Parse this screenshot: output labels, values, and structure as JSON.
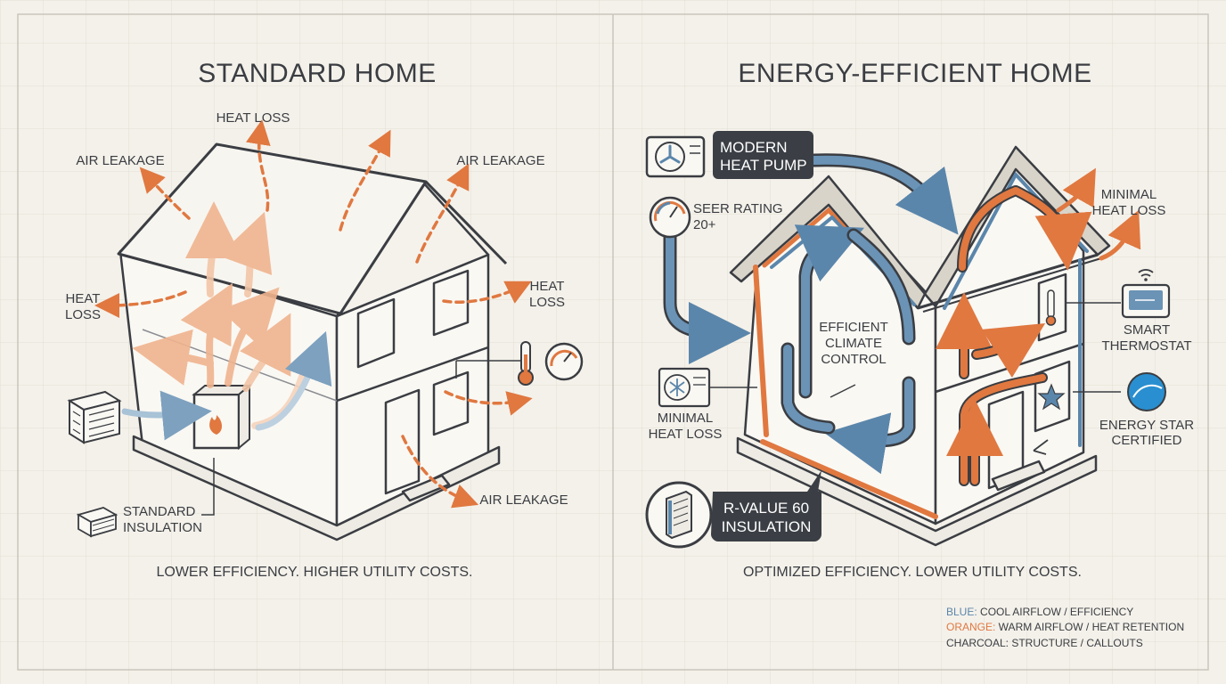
{
  "left_panel": {
    "title": "STANDARD HOME",
    "labels": {
      "heat_loss_top": "HEAT LOSS",
      "air_leakage_left": "AIR LEAKAGE",
      "air_leakage_right": "AIR LEAKAGE",
      "heat_loss_left_1": "HEAT",
      "heat_loss_left_2": "LOSS",
      "heat_loss_right_1": "HEAT",
      "heat_loss_right_2": "LOSS",
      "air_leakage_bottom": "AIR LEAKAGE",
      "insulation_1": "STANDARD",
      "insulation_2": "INSULATION"
    },
    "caption": "LOWER EFFICIENCY. HIGHER UTILITY COSTS."
  },
  "right_panel": {
    "title": "ENERGY-EFFICIENT HOME",
    "labels": {
      "heat_pump_1": "MODERN",
      "heat_pump_2": "HEAT PUMP",
      "seer_1": "SEER RATING",
      "seer_2": "20+",
      "minimal_heat_loss_right_1": "MINIMAL",
      "minimal_heat_loss_right_2": "HEAT LOSS",
      "climate_1": "EFFICIENT",
      "climate_2": "CLIMATE",
      "climate_3": "CONTROL",
      "smart_1": "SMART",
      "smart_2": "THERMOSTAT",
      "minimal_heat_loss_left_1": "MINIMAL",
      "minimal_heat_loss_left_2": "HEAT LOSS",
      "energy_star_1": "ENERGY STAR",
      "energy_star_2": "CERTIFIED",
      "rvalue_1": "R-VALUE 60",
      "rvalue_2": "INSULATION"
    },
    "caption": "OPTIMIZED EFFICIENCY. LOWER UTILITY COSTS."
  },
  "legend": [
    {
      "key": "BLUE:",
      "text": " COOL AIRFLOW / EFFICIENCY",
      "color": "#5b86ab"
    },
    {
      "key": "ORANGE:",
      "text": " WARM AIRFLOW / HEAT RETENTION",
      "color": "#e07840"
    },
    {
      "key": "CHARCOAL:",
      "text": " STRUCTURE / CALLOUTS",
      "color": "#3a3d42"
    }
  ],
  "colors": {
    "background": "#f4f1ea",
    "grid": "#e2ded5",
    "charcoal": "#3a3d42",
    "blue": "#5b86ab",
    "orange": "#e07840"
  },
  "icons": [
    "ac-unit-icon",
    "furnace-icon",
    "thermometer-icon",
    "gauge-icon",
    "insulation-icon",
    "heat-pump-icon",
    "smart-thermostat-icon",
    "energy-star-icon",
    "star-icon"
  ]
}
